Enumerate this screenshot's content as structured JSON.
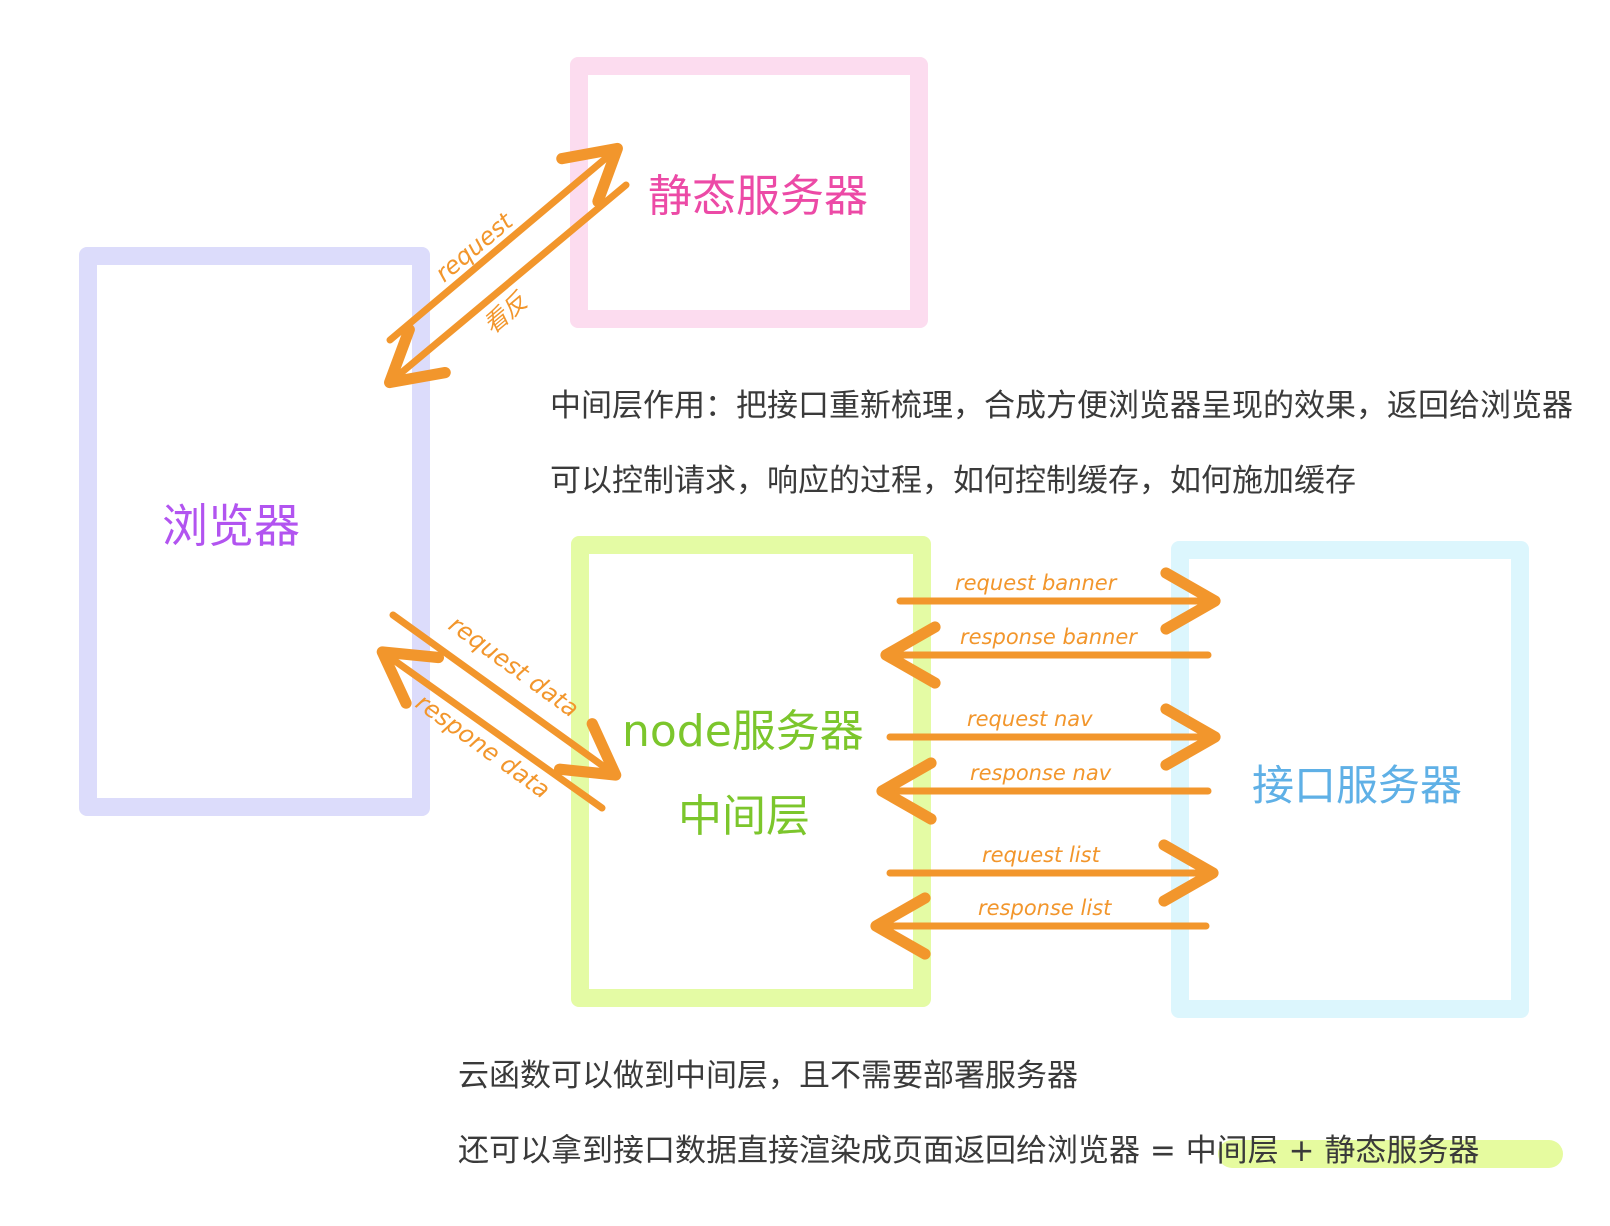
{
  "nodes": {
    "browser": "浏览器",
    "static_server": "静态服务器",
    "node_server": "node服务器",
    "middle_layer": "中间层",
    "api_server": "接口服务器"
  },
  "edges": {
    "browser_static_request": "request",
    "browser_static_response": "看反",
    "browser_node_request": "request  data",
    "browser_node_response": "respone  data",
    "request_banner": "request   banner",
    "response_banner": "response   banner",
    "request_nav": "request   nav",
    "response_nav": "response   nav",
    "request_list": "request   list",
    "response_list": "response   list"
  },
  "notes": {
    "line1": "中间层作用：把接口重新梳理，合成方便浏览器呈现的效果，返回给浏览器",
    "line2": "可以控制请求，响应的过程，如何控制缓存，如何施加缓存",
    "line3": "云函数可以做到中间层，且不需要部署服务器",
    "line4_a": "还可以拿到接口数据直接渲染成页面返回给浏览器 = ",
    "line4_b": "中间层 + 静态服务器"
  },
  "colors": {
    "arrow": "#f2962c",
    "browser": "#b254f0",
    "static": "#ec4aa6",
    "node": "#7cc62c",
    "api": "#5fb0e6",
    "highlight": "#e6fb9f"
  }
}
